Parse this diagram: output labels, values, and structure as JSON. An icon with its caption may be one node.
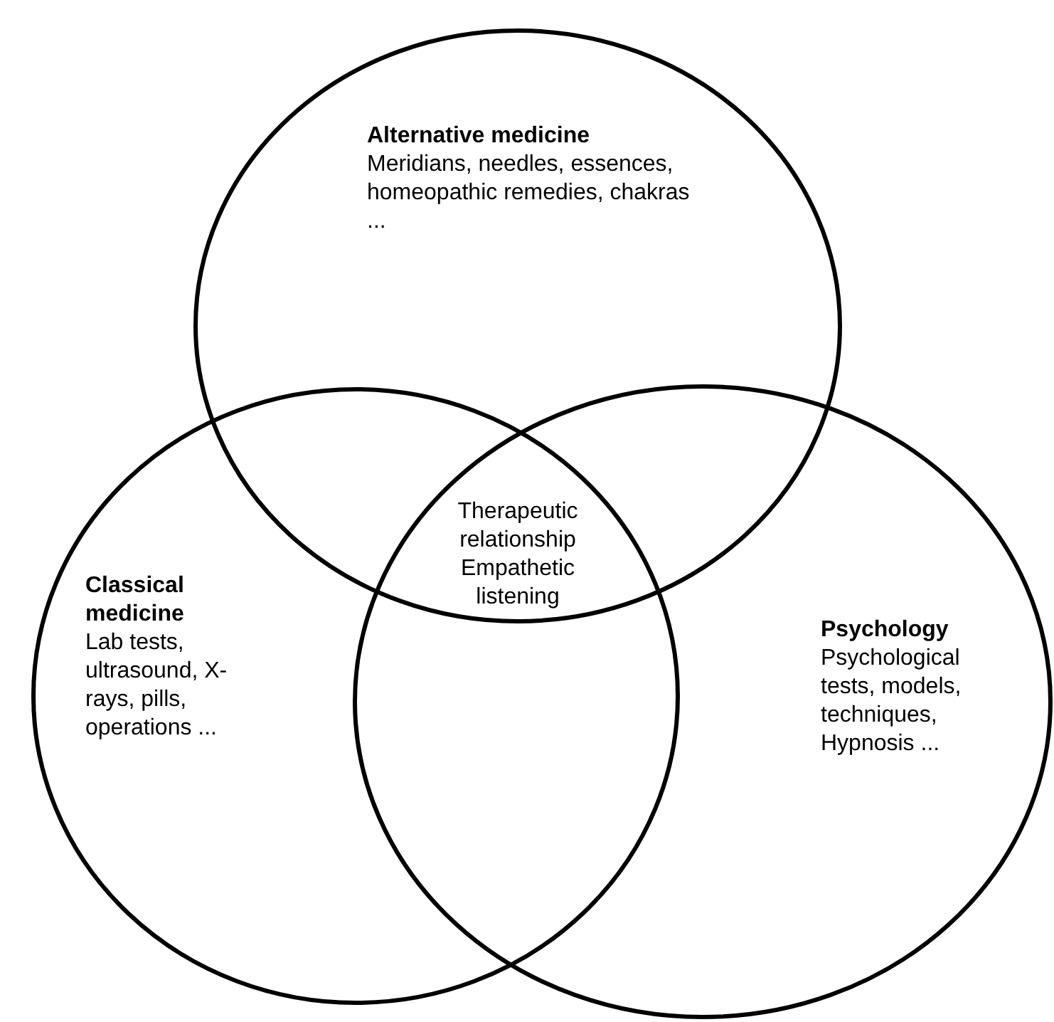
{
  "diagram": {
    "nodes": [
      {
        "text": [
          "Alternative medicine",
          "Meridians, needles, essences, homeopathic remedies, chakras ..."
        ]
      },
      {
        "text": [
          "Classical medicine",
          "Lab tests, ultrasound, X-rays, pills, operations ..."
        ]
      },
      {
        "text": [
          "Psychology",
          "Psychological tests, models, techniques, Hypnosis ..."
        ]
      }
    ],
    "edges": [],
    "labels": [
      "Therapeutic relationship",
      "Empathetic listening"
    ]
  }
}
